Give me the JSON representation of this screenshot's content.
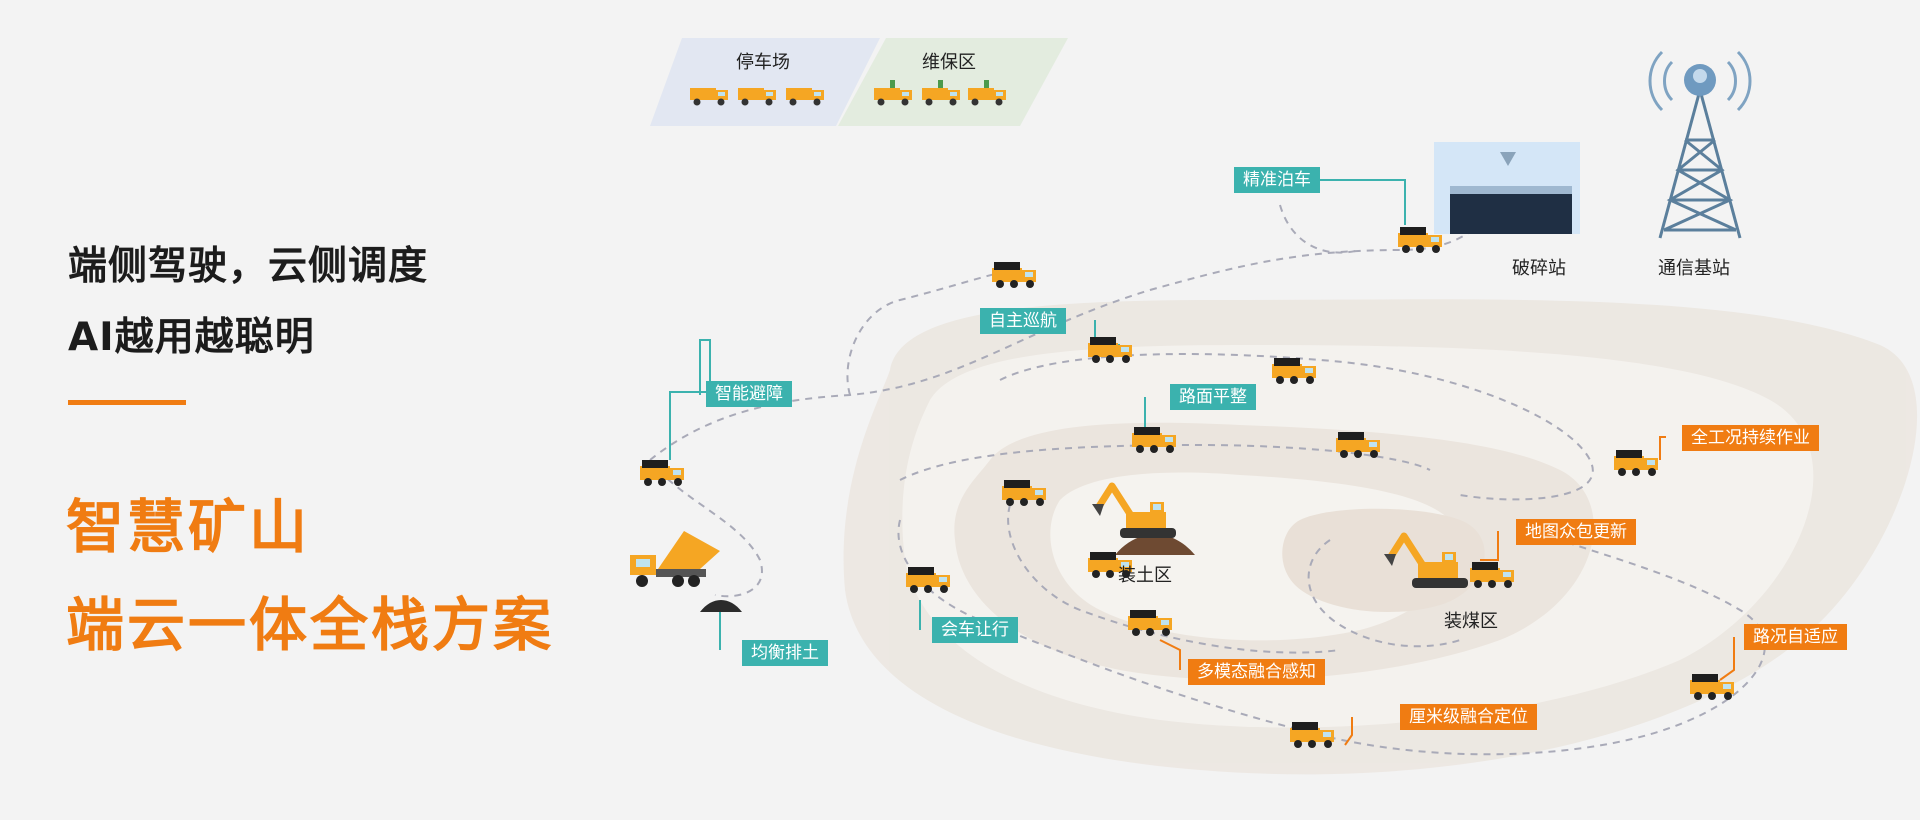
{
  "headline": {
    "line1": "端侧驾驶，云侧调度",
    "line2": "AI越用越聪明"
  },
  "brand": {
    "line1": "智慧矿山",
    "line2": "端云一体全栈方案"
  },
  "zones": {
    "parking": "停车场",
    "maintenance": "维保区"
  },
  "places": {
    "crusher": "破碎站",
    "tower": "通信基站",
    "soil": "装土区",
    "coal": "装煤区"
  },
  "teal_tags": {
    "parking_precise": "精准泊车",
    "patrol": "自主巡航",
    "avoid": "智能避障",
    "leveling": "路面平整",
    "meeting": "会车让行",
    "dump": "均衡排土"
  },
  "orange_tags": {
    "all_condition": "全工况持续作业",
    "map_update": "地图众包更新",
    "road_adapt": "路况自适应",
    "perception": "多模态融合感知",
    "positioning": "厘米级融合定位"
  },
  "colors": {
    "accent": "#f07c12",
    "teal": "#3bb2ae",
    "truck": "#f5a623",
    "background": "#f3f3f3"
  }
}
